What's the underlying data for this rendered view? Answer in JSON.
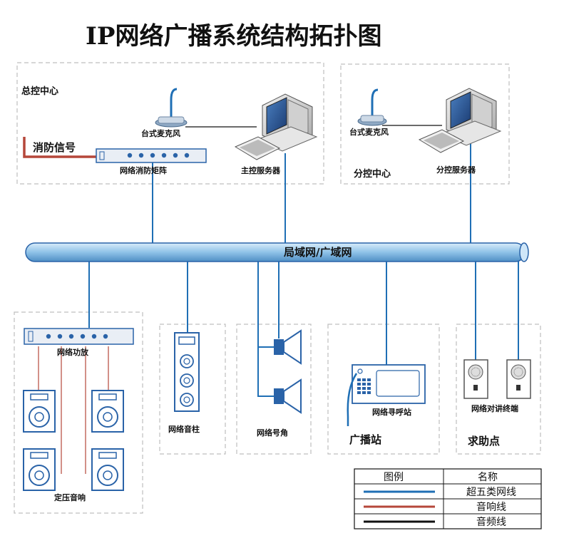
{
  "title": "IP网络广播系统结构拓扑图",
  "colors": {
    "network_cable": "#1f6fb5",
    "speaker_cable": "#b5473a",
    "audio_cable": "#111111",
    "fire_signal": "#b5473a",
    "bus_fill": "#8fc2e8",
    "device_blue": "#2a63a8",
    "group_border": "#bfbfbf"
  },
  "groups": {
    "master_center": "总控中心",
    "sub_center": "分控中心",
    "broadcast_station": "广播站",
    "help_point": "求助点"
  },
  "devices": {
    "master_mic": "台式麦克风",
    "sub_mic": "台式麦克风",
    "fire_signal": "消防信号",
    "fire_matrix": "网络消防矩阵",
    "master_server": "主控服务器",
    "sub_server": "分控服务器",
    "amplifier": "网络功放",
    "constant_voltage_speakers": "定压音响",
    "column_speaker": "网络音柱",
    "horn": "网络号角",
    "paging_station": "网络寻呼站",
    "intercom_terminal": "网络对讲终端"
  },
  "network": {
    "bus_label": "局域网/广域网"
  },
  "legend": {
    "header_symbol": "图例",
    "header_name": "名称",
    "items": [
      {
        "name": "超五类网线",
        "color": "#1f6fb5"
      },
      {
        "name": "音响线",
        "color": "#b5473a"
      },
      {
        "name": "音频线",
        "color": "#111111"
      }
    ]
  }
}
